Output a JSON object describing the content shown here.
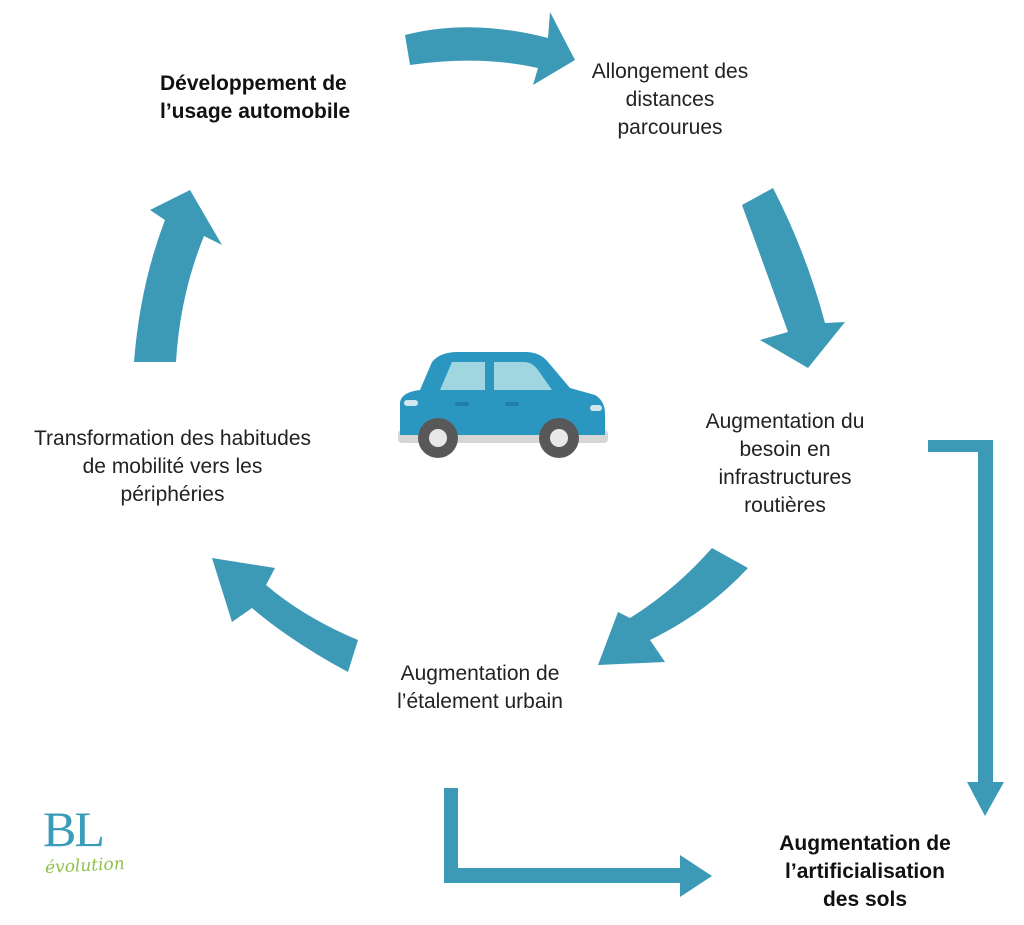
{
  "nodes": {
    "developpement": "Développement de\nl’usage automobile",
    "allongement": "Allongement des\ndistances\nparcourues",
    "besoin": "Augmentation du\nbesoin en\ninfrastructures\nroutières",
    "etalement": "Augmentation de\nl’étalement urbain",
    "transformation": "Transformation des habitudes\nde mobilité vers les\npériphéries",
    "artificialisation": "Augmentation de\nl’artificialisation\ndes sols"
  },
  "logo": {
    "letters": "BL",
    "subtitle": "évolution"
  },
  "colors": {
    "arrow": "#3d9ab7",
    "car_body": "#2b97c0",
    "car_window": "#9fd6e0",
    "wheel": "#585858",
    "logo_letters": "#3a9cb9",
    "logo_subtitle": "#8fc24a"
  },
  "icons": [
    "car-icon"
  ]
}
